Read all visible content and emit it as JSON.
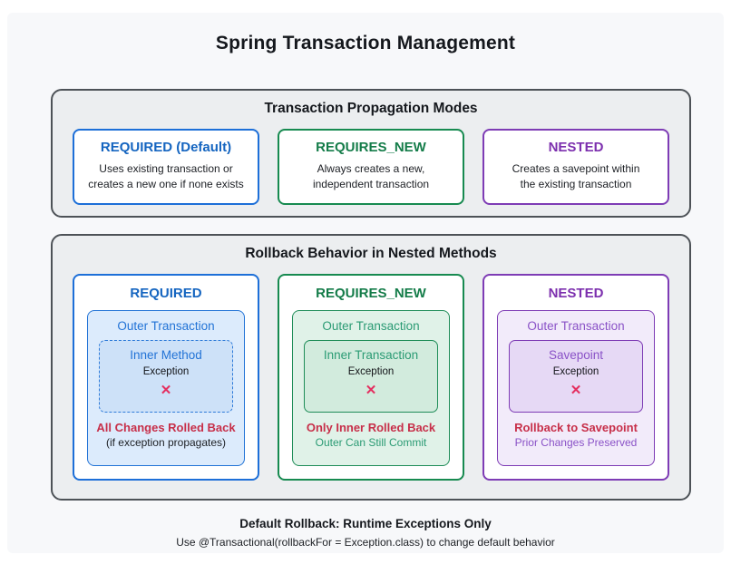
{
  "page": {
    "title": "Spring Transaction Management",
    "footer_bold": "Default Rollback: Runtime Exceptions Only",
    "footer_note": "Use @Transactional(rollbackFor = Exception.class) to change default behavior"
  },
  "colors": {
    "blue": "#1565c0",
    "green": "#178a50",
    "purple": "#7e3cb5",
    "red_result": "#c72f49",
    "pink_x": "#e42f60",
    "panel_bg": "#eceef0",
    "panel_border": "#4d5257",
    "page_bg": "#f7f8fa"
  },
  "propagation": {
    "title": "Transaction Propagation Modes",
    "cards": [
      {
        "name": "REQUIRED (Default)",
        "desc_line1": "Uses existing transaction or",
        "desc_line2": "creates a new one if none exists",
        "color": "blue"
      },
      {
        "name": "REQUIRES_NEW",
        "desc_line1": "Always creates a new,",
        "desc_line2": "independent transaction",
        "color": "green"
      },
      {
        "name": "NESTED",
        "desc_line1": "Creates a savepoint within",
        "desc_line2": "the existing transaction",
        "color": "purple"
      }
    ]
  },
  "rollback": {
    "title": "Rollback Behavior in Nested Methods",
    "cards": [
      {
        "name": "REQUIRED",
        "outer_label": "Outer Transaction",
        "inner_label": "Inner Method",
        "exception_label": "Exception",
        "x_mark": "✕",
        "result_line1": "All Changes Rolled Back",
        "result_line2": "(if exception propagates)",
        "color": "blue",
        "inner_border_style": "dashed"
      },
      {
        "name": "REQUIRES_NEW",
        "outer_label": "Outer Transaction",
        "inner_label": "Inner Transaction",
        "exception_label": "Exception",
        "x_mark": "✕",
        "result_line1": "Only Inner Rolled Back",
        "result_line2": "Outer Can Still Commit",
        "color": "green",
        "inner_border_style": "solid"
      },
      {
        "name": "NESTED",
        "outer_label": "Outer Transaction",
        "inner_label": "Savepoint",
        "exception_label": "Exception",
        "x_mark": "✕",
        "result_line1": "Rollback to Savepoint",
        "result_line2": "Prior Changes Preserved",
        "color": "purple",
        "inner_border_style": "solid"
      }
    ]
  }
}
